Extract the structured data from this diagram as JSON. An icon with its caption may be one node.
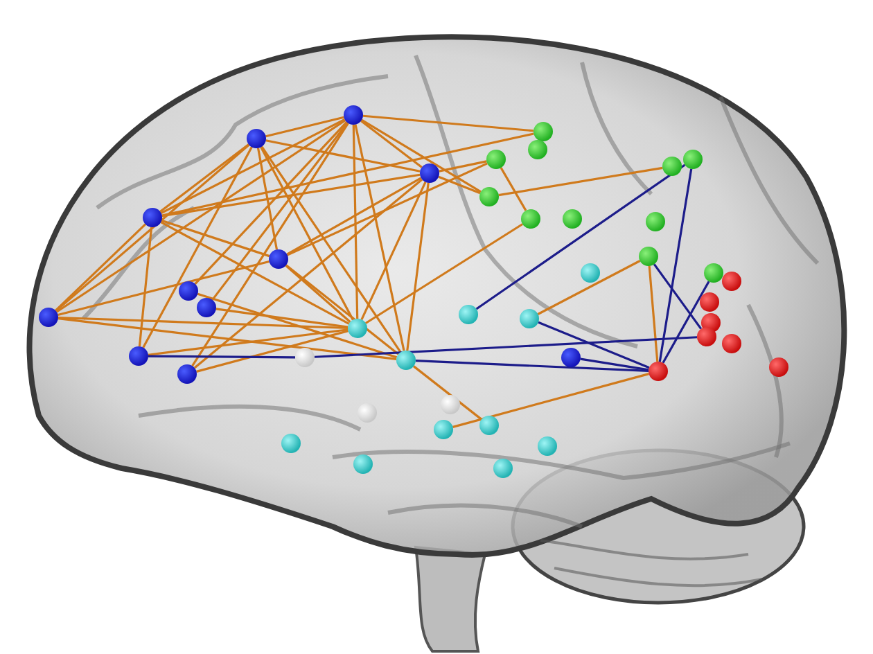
{
  "diagram": {
    "nodes": [
      {
        "text": [],
        "shape": "circle"
      },
      {
        "text": [],
        "shape": "circle"
      },
      {
        "text": [],
        "shape": "circle"
      },
      {
        "text": [],
        "shape": "circle"
      },
      {
        "text": [],
        "shape": "circle"
      },
      {
        "text": [],
        "shape": "circle"
      },
      {
        "text": [],
        "shape": "circle"
      },
      {
        "text": [],
        "shape": "circle"
      },
      {
        "text": [],
        "shape": "circle"
      },
      {
        "text": [],
        "shape": "circle"
      },
      {
        "text": [],
        "shape": "circle"
      },
      {
        "text": [],
        "shape": "circle"
      },
      {
        "text": [],
        "shape": "circle"
      },
      {
        "text": [],
        "shape": "circle"
      },
      {
        "text": [],
        "shape": "circle"
      },
      {
        "text": [],
        "shape": "circle"
      },
      {
        "text": [],
        "shape": "circle"
      },
      {
        "text": [],
        "shape": "circle"
      },
      {
        "text": [],
        "shape": "circle"
      },
      {
        "text": [],
        "shape": "circle"
      },
      {
        "text": [],
        "shape": "circle"
      },
      {
        "text": [],
        "shape": "circle"
      },
      {
        "text": [],
        "shape": "circle"
      },
      {
        "text": [],
        "shape": "circle"
      },
      {
        "text": [],
        "shape": "circle"
      },
      {
        "text": [],
        "shape": "circle"
      },
      {
        "text": [],
        "shape": "circle"
      },
      {
        "text": [],
        "shape": "circle"
      },
      {
        "text": [],
        "shape": "circle"
      },
      {
        "text": [],
        "shape": "circle"
      },
      {
        "text": [],
        "shape": "circle"
      },
      {
        "text": [],
        "shape": "circle"
      },
      {
        "text": [],
        "shape": "circle"
      },
      {
        "text": [],
        "shape": "circle"
      },
      {
        "text": [],
        "shape": "circle"
      },
      {
        "text": [],
        "shape": "circle"
      },
      {
        "text": [],
        "shape": "circle"
      },
      {
        "text": [],
        "shape": "circle"
      },
      {
        "text": [],
        "shape": "circle"
      },
      {
        "text": [],
        "shape": "circle"
      },
      {
        "text": [],
        "shape": "circle"
      },
      {
        "text": [],
        "shape": "circle"
      },
      {
        "text": [],
        "shape": "circle"
      }
    ],
    "edges": [
      {
        "from": 0,
        "to": 3,
        "arrow": "none"
      },
      {
        "from": 0,
        "to": 6,
        "arrow": "none"
      },
      {
        "from": 0,
        "to": 7,
        "arrow": "none"
      },
      {
        "from": 0,
        "to": 8,
        "arrow": "none"
      },
      {
        "from": 0,
        "to": 11,
        "arrow": "none"
      },
      {
        "from": 0,
        "to": 12,
        "arrow": "none"
      },
      {
        "from": 1,
        "to": 3,
        "arrow": "none"
      },
      {
        "from": 1,
        "to": 6,
        "arrow": "none"
      },
      {
        "from": 1,
        "to": 11,
        "arrow": "none"
      },
      {
        "from": 2,
        "to": 8,
        "arrow": "none"
      },
      {
        "from": 2,
        "to": 9,
        "arrow": "none"
      },
      {
        "from": 2,
        "to": 11,
        "arrow": "none"
      },
      {
        "from": 3,
        "to": 6,
        "arrow": "none"
      },
      {
        "from": 3,
        "to": 7,
        "arrow": "none"
      },
      {
        "from": 3,
        "to": 8,
        "arrow": "none"
      },
      {
        "from": 3,
        "to": 9,
        "arrow": "none"
      },
      {
        "from": 3,
        "to": 11,
        "arrow": "none"
      },
      {
        "from": 3,
        "to": 25,
        "arrow": "none"
      },
      {
        "from": 4,
        "to": 8,
        "arrow": "none"
      },
      {
        "from": 4,
        "to": 12,
        "arrow": "none"
      },
      {
        "from": 5,
        "to": 8,
        "arrow": "none"
      },
      {
        "from": 5,
        "to": 11,
        "arrow": "none"
      },
      {
        "from": 6,
        "to": 7,
        "arrow": "none"
      },
      {
        "from": 6,
        "to": 8,
        "arrow": "none"
      },
      {
        "from": 6,
        "to": 9,
        "arrow": "none"
      },
      {
        "from": 6,
        "to": 11,
        "arrow": "none"
      },
      {
        "from": 6,
        "to": 12,
        "arrow": "none"
      },
      {
        "from": 7,
        "to": 9,
        "arrow": "none"
      },
      {
        "from": 7,
        "to": 11,
        "arrow": "none"
      },
      {
        "from": 7,
        "to": 12,
        "arrow": "none"
      },
      {
        "from": 7,
        "to": 27,
        "arrow": "none"
      },
      {
        "from": 8,
        "to": 9,
        "arrow": "none"
      },
      {
        "from": 8,
        "to": 11,
        "arrow": "none"
      },
      {
        "from": 8,
        "to": 12,
        "arrow": "none"
      },
      {
        "from": 8,
        "to": 25,
        "arrow": "none"
      },
      {
        "from": 8,
        "to": 28,
        "arrow": "none"
      },
      {
        "from": 9,
        "to": 11,
        "arrow": "none"
      },
      {
        "from": 9,
        "to": 12,
        "arrow": "none"
      },
      {
        "from": 9,
        "to": 27,
        "arrow": "none"
      },
      {
        "from": 9,
        "to": 28,
        "arrow": "none"
      },
      {
        "from": 11,
        "to": 29,
        "arrow": "none"
      },
      {
        "from": 27,
        "to": 29,
        "arrow": "none"
      },
      {
        "from": 28,
        "to": 32,
        "arrow": "none"
      },
      {
        "from": 16,
        "to": 34,
        "arrow": "none"
      },
      {
        "from": 34,
        "to": 41,
        "arrow": "none"
      },
      {
        "from": 12,
        "to": 19,
        "arrow": "none"
      },
      {
        "from": 18,
        "to": 41,
        "arrow": "none"
      },
      {
        "from": 33,
        "to": 41,
        "arrow": "none",
        "color": "#1c1c8a"
      },
      {
        "from": 33,
        "to": 15,
        "arrow": "none",
        "color": "#1c1c8a"
      },
      {
        "from": 34,
        "to": 39,
        "arrow": "none",
        "color": "#1c1c8a"
      },
      {
        "from": 35,
        "to": 41,
        "arrow": "none",
        "color": "#1c1c8a"
      },
      {
        "from": 22,
        "to": 39,
        "arrow": "none",
        "color": "#1c1c8a"
      },
      {
        "from": 10,
        "to": 41,
        "arrow": "none",
        "color": "#1c1c8a"
      },
      {
        "from": 1,
        "to": 22,
        "arrow": "none",
        "color": "#1c1c8a"
      },
      {
        "from": 12,
        "to": 41,
        "arrow": "none",
        "color": "#1c1c8a"
      },
      {
        "from": 16,
        "to": 41,
        "arrow": "none",
        "color": "#1c1c8a"
      }
    ]
  }
}
